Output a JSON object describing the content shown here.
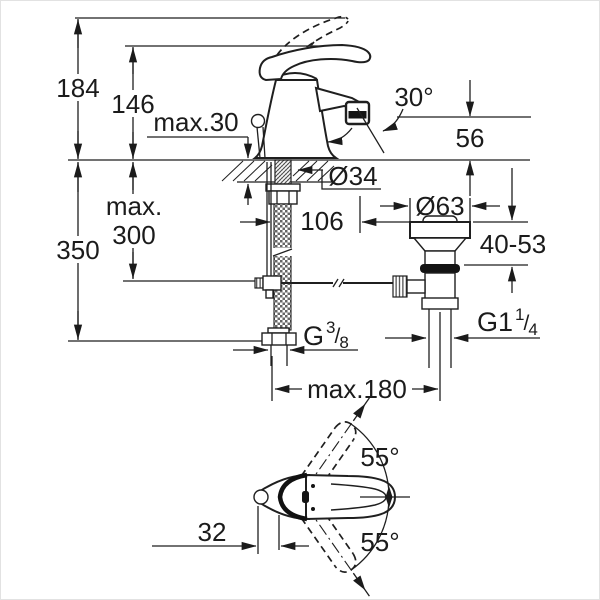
{
  "drawing_title": "single-lever-basin-mixer-dimension-drawing",
  "side_view": {
    "dims": {
      "total_height": "184",
      "lever_height": "146",
      "deck_thickness_max": "max.30",
      "spout_angle": "30°",
      "outlet_height": "56",
      "hole_diameter": "Ø34",
      "spout_reach": "106",
      "waste_flange_diameter": "Ø63",
      "waste_adjust_range": "40-53",
      "rod_length_max_line1": "max.",
      "rod_length_max_line2": "300",
      "hose_length": "350",
      "supply_thread": {
        "base": "G",
        "sup": "3",
        "slash": "/",
        "sub": "8"
      },
      "waste_thread": {
        "base": "G1",
        "sup": "1",
        "slash": "/",
        "sub": "4"
      },
      "reach_below_max": "max.180"
    }
  },
  "top_view": {
    "dims": {
      "outlet_offset": "32",
      "handle_swing_up": "55°",
      "handle_swing_down": "55°"
    }
  },
  "colors": {
    "line": "#1f1f1f",
    "background": "#ffffff"
  }
}
